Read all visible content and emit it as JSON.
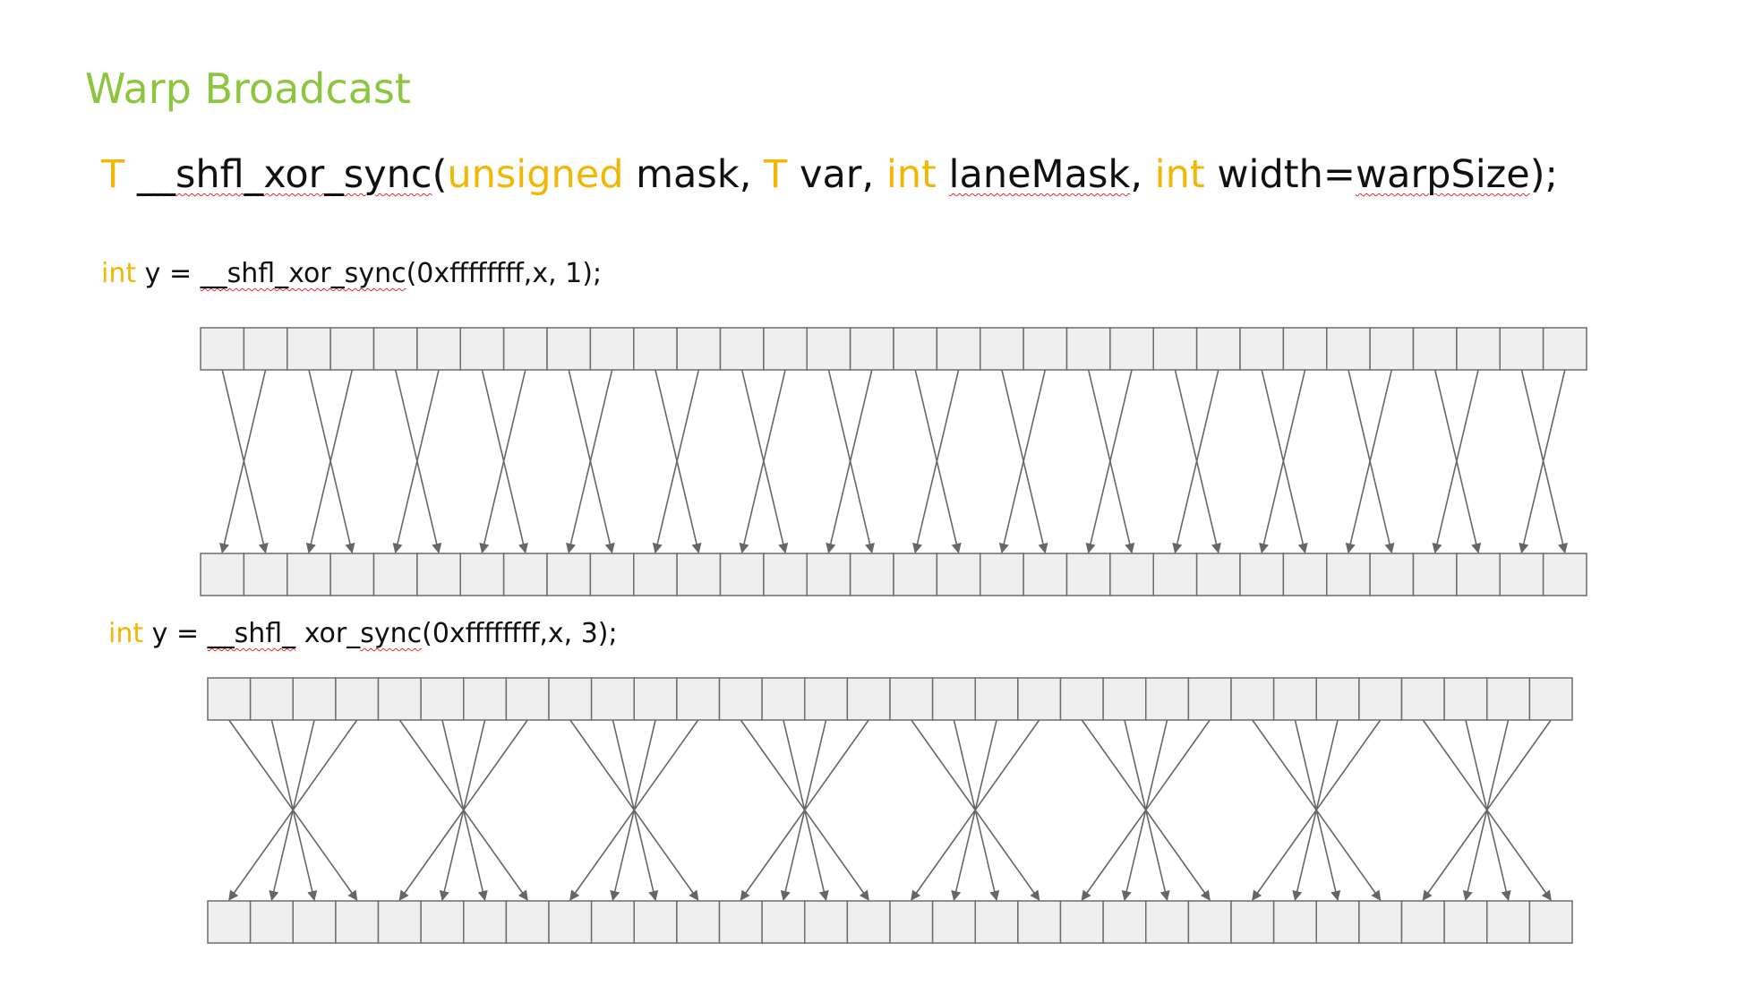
{
  "colors": {
    "title": "#8cc63f",
    "keyword": "#f2b705",
    "text": "#111111",
    "cell_fill": "#efefef",
    "cell_stroke": "#6d6d6d",
    "arrow": "#666666"
  },
  "title": "Warp Broadcast",
  "signature": {
    "t1": "T",
    "fn": "__shfl_xor_sync",
    "paren": "(",
    "kw_unsigned": "unsigned",
    "mask": " mask, ",
    "t2": "T",
    "var": " var, ",
    "kw_int1": "int",
    "sp1": " ",
    "laneMask": "laneMask",
    "comma": ", ",
    "kw_int2": "int",
    "width": " width=",
    "warpSize": "warpSize",
    "end": ");"
  },
  "example1": {
    "kw": "int",
    "pre": " y = ",
    "fn": "__shfl_xor_sync",
    "post": "(0xffffffff,x, 1);"
  },
  "example2": {
    "kw": "int",
    "pre": " y = ",
    "fn": "__shfl_",
    "mid": " xor_",
    "fn2": "sync",
    "post": "(0xffffffff,x, 3);"
  },
  "diagrams": [
    {
      "lanes": 32,
      "lane_mask": 1
    },
    {
      "lanes": 32,
      "lane_mask": 3
    }
  ]
}
